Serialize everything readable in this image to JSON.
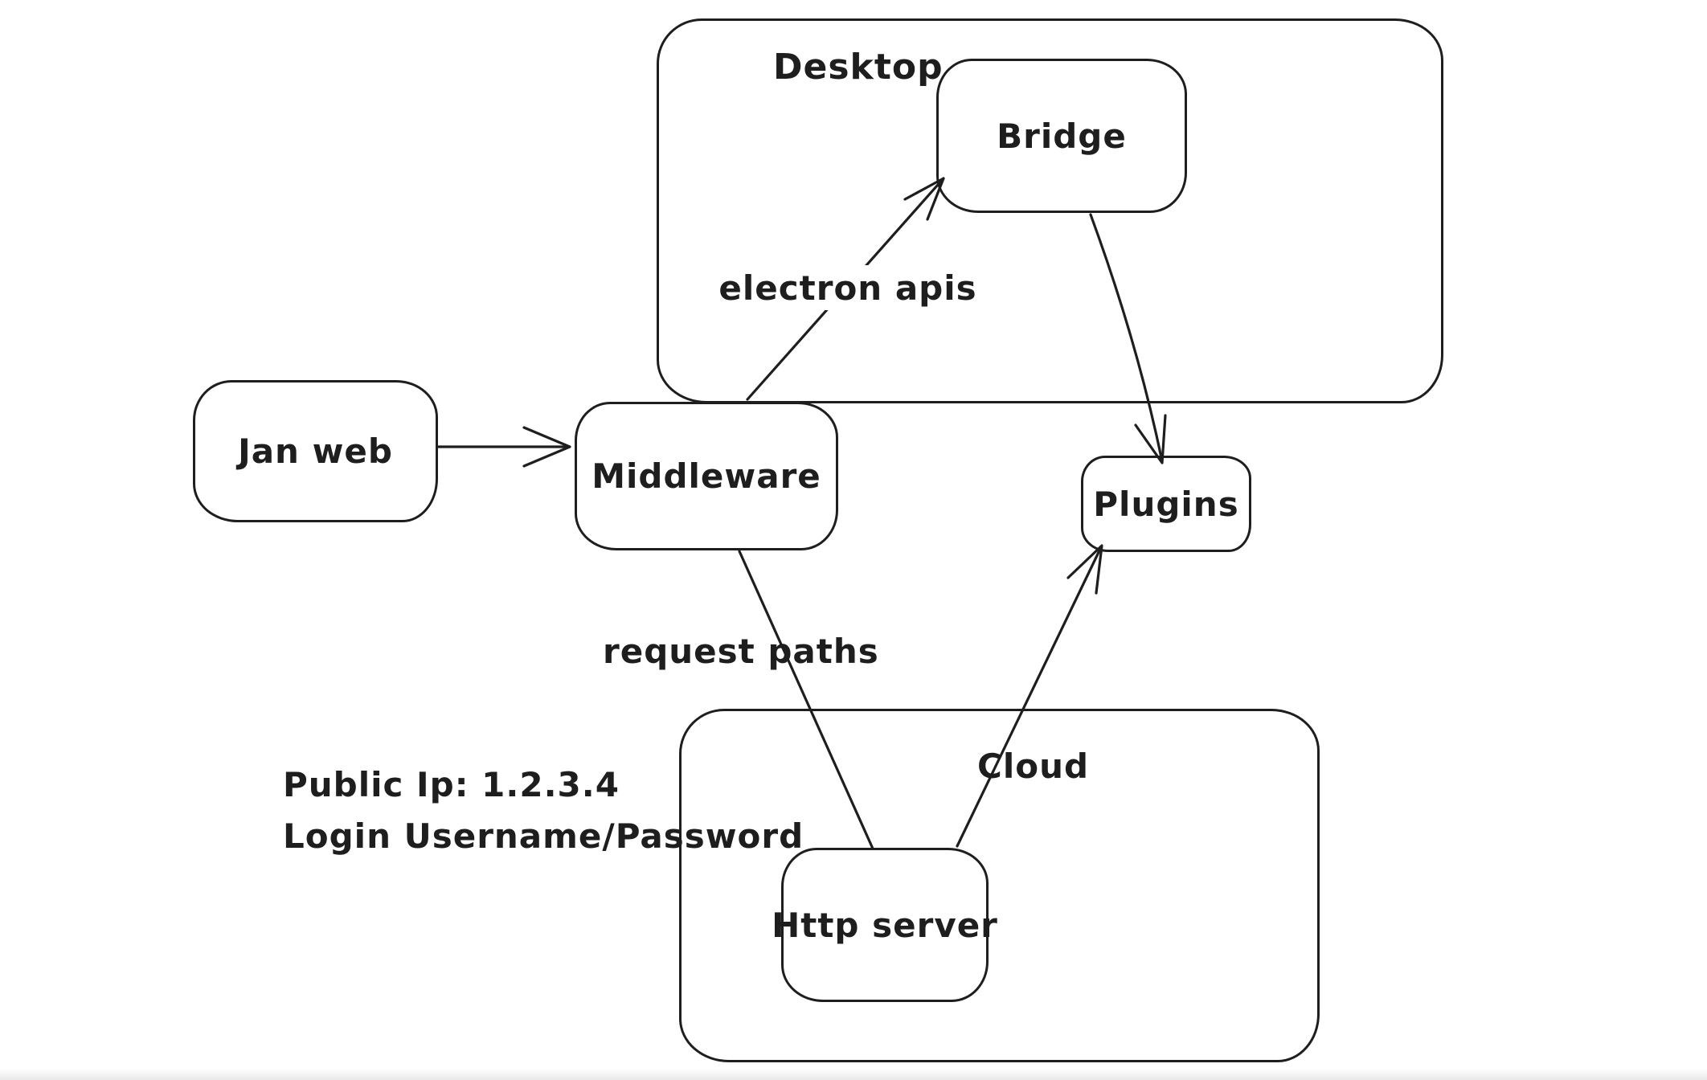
{
  "diagram": {
    "style": "hand-drawn whiteboard sketch",
    "background_color": "#ffffff",
    "stroke_color": "#1e1e1e",
    "containers": [
      {
        "id": "desktop",
        "label": "Desktop"
      },
      {
        "id": "cloud",
        "label": "Cloud"
      }
    ],
    "nodes": [
      {
        "id": "jan-web",
        "label": "Jan web",
        "parent": null
      },
      {
        "id": "middleware",
        "label": "Middleware",
        "parent": null
      },
      {
        "id": "bridge",
        "label": "Bridge",
        "parent": "desktop"
      },
      {
        "id": "plugins",
        "label": "Plugins",
        "parent": null
      },
      {
        "id": "http-server",
        "label": "Http server",
        "parent": "cloud"
      }
    ],
    "edges": [
      {
        "from": "jan-web",
        "to": "middleware",
        "label": "",
        "arrowhead": "arrow"
      },
      {
        "from": "middleware",
        "to": "bridge",
        "label": "electron apis",
        "arrowhead": "arrow"
      },
      {
        "from": "bridge",
        "to": "plugins",
        "label": "",
        "arrowhead": "arrow"
      },
      {
        "from": "middleware",
        "to": "http-server",
        "label": "request paths",
        "arrowhead": "none"
      },
      {
        "from": "http-server",
        "to": "plugins",
        "label": "",
        "arrowhead": "arrow"
      }
    ],
    "annotation": {
      "line1": "Public Ip: 1.2.3.4",
      "line2": "Login Username/Password"
    }
  }
}
